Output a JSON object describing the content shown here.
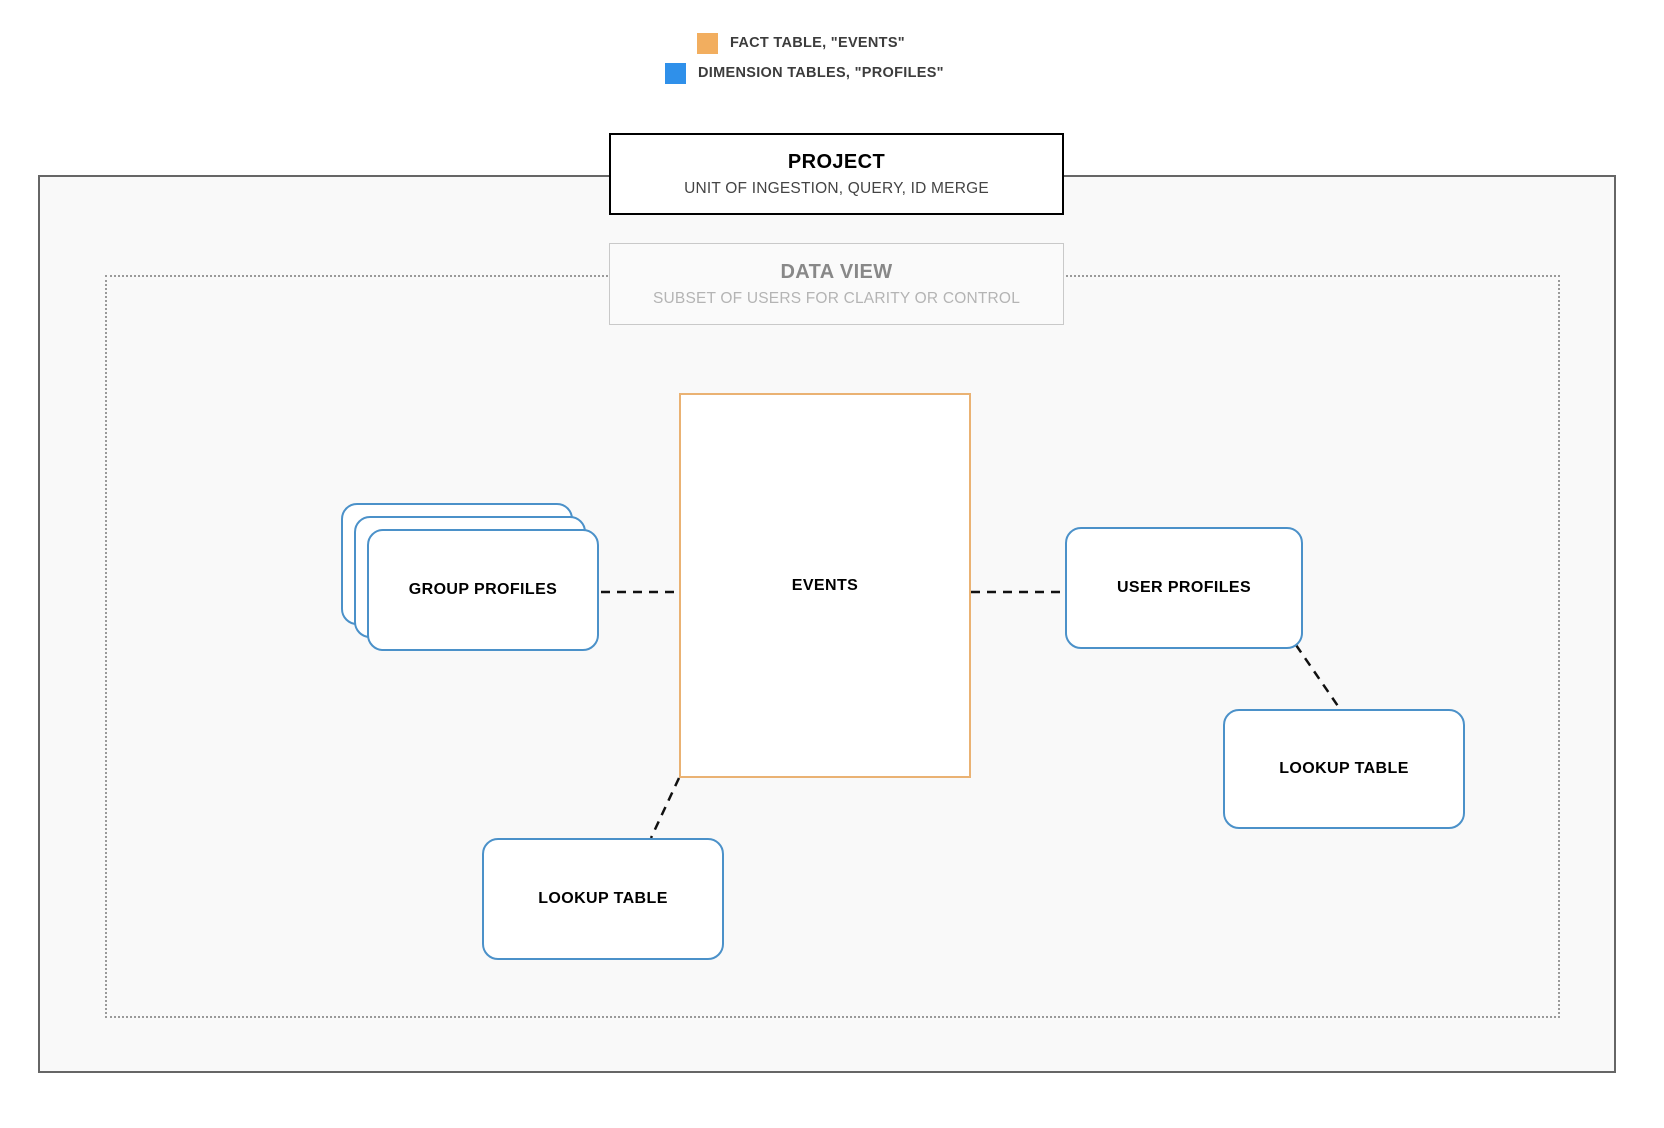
{
  "legend": {
    "items": [
      {
        "label": "FACT TABLE, \"EVENTS\"",
        "color": "#f2ae5f",
        "icon": "orange-square-swatch"
      },
      {
        "label": "DIMENSION TABLES, \"PROFILES\"",
        "color": "#2f90ea",
        "icon": "blue-square-swatch"
      }
    ]
  },
  "project": {
    "title": "PROJECT",
    "subtitle": "UNIT OF INGESTION, QUERY, ID MERGE"
  },
  "data_view": {
    "title": "DATA VIEW",
    "subtitle": "SUBSET OF USERS FOR CLARITY OR CONTROL"
  },
  "nodes": {
    "events": {
      "label": "EVENTS",
      "type": "fact-table",
      "border_color": "#eab273"
    },
    "group_profiles": {
      "label": "GROUP PROFILES",
      "type": "dimension-table-stack",
      "border_color": "#4b91c9",
      "stack_count": 3
    },
    "user_profiles": {
      "label": "USER PROFILES",
      "type": "dimension-table",
      "border_color": "#4b91c9"
    },
    "lookup_table_left": {
      "label": "LOOKUP TABLE",
      "type": "lookup-table",
      "border_color": "#4b91c9"
    },
    "lookup_table_right": {
      "label": "LOOKUP TABLE",
      "type": "lookup-table",
      "border_color": "#4b91c9"
    }
  },
  "connections": [
    {
      "from": "group_profiles",
      "to": "events",
      "style": "dashed"
    },
    {
      "from": "events",
      "to": "user_profiles",
      "style": "dashed"
    },
    {
      "from": "events",
      "to": "lookup_table_left",
      "style": "dashed"
    },
    {
      "from": "user_profiles",
      "to": "lookup_table_right",
      "style": "dashed"
    }
  ],
  "colors": {
    "panel_background": "#f9f9f9",
    "panel_border": "#666666",
    "dataview_border": "#9a9a9a",
    "fact_accent": "#eab273",
    "dimension_accent": "#4b91c9"
  }
}
